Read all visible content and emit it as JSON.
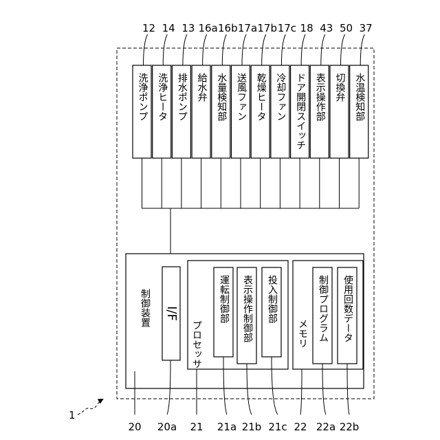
{
  "device_ref": "1",
  "control": {
    "ref": "20",
    "title": "制御装置",
    "interface": {
      "ref": "20a",
      "label": "I/F"
    },
    "processor": {
      "ref": "21",
      "title": "プロセッサ",
      "units": [
        {
          "ref": "21a",
          "label": "運転制御部"
        },
        {
          "ref": "21b",
          "label": "表示操作制御部"
        },
        {
          "ref": "21c",
          "label": "投入制御部"
        }
      ]
    },
    "memory": {
      "ref": "22",
      "title": "メモリ",
      "items": [
        {
          "ref": "22a",
          "label": "制御プログラム"
        },
        {
          "ref": "22b",
          "label": "使用回数データ"
        }
      ]
    }
  },
  "components": [
    {
      "ref": "12",
      "label": "洗浄ポンプ"
    },
    {
      "ref": "14",
      "label": "洗浄ヒータ"
    },
    {
      "ref": "13",
      "label": "排水ポンプ"
    },
    {
      "ref": "16a",
      "label": "給水弁"
    },
    {
      "ref": "16b",
      "label": "水量検知部"
    },
    {
      "ref": "17a",
      "label": "送風ファン"
    },
    {
      "ref": "17b",
      "label": "乾燥ヒータ"
    },
    {
      "ref": "17c",
      "label": "冷却ファン"
    },
    {
      "ref": "18",
      "label": "ドア開閉スイッチ"
    },
    {
      "ref": "43",
      "label": "表示操作部"
    },
    {
      "ref": "50",
      "label": "切換弁"
    },
    {
      "ref": "37",
      "label": "水温検知部"
    }
  ]
}
